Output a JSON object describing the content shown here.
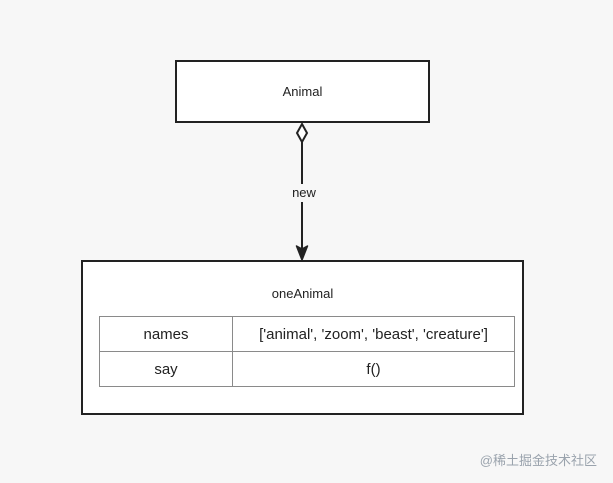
{
  "diagram": {
    "class_box": {
      "label": "Animal"
    },
    "edge": {
      "label": "new"
    },
    "instance_box": {
      "label": "oneAnimal",
      "properties": [
        {
          "key": "names",
          "value": "['animal', 'zoom', 'beast', 'creature']"
        },
        {
          "key": "say",
          "value": "f()"
        }
      ]
    }
  },
  "watermark": "@稀土掘金技术社区",
  "colors": {
    "background": "#f7f7f7",
    "stroke": "#222222",
    "table_border": "#8a8a8a",
    "watermark": "#9aa3ad"
  }
}
